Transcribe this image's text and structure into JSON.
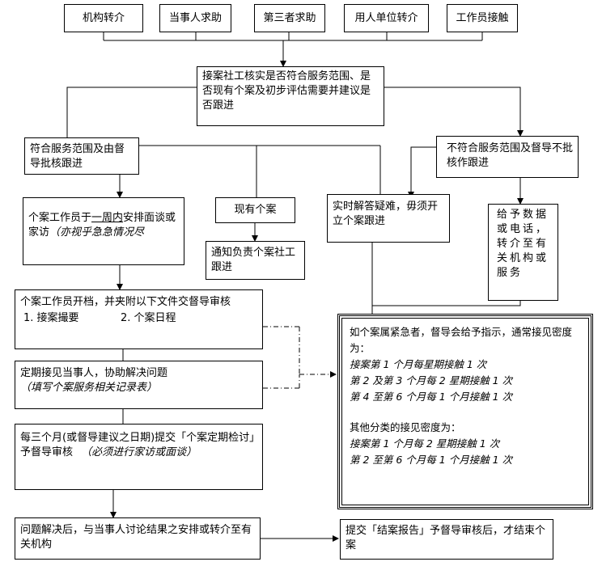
{
  "sources": [
    "机构转介",
    "当事人求助",
    "第三者求助",
    "用人单位转介",
    "工作员接触"
  ],
  "review": {
    "text": "接案社工核实是否符合服务范围、是否现有个案及初步评估需要并建议是否跟进"
  },
  "approve": {
    "text": "符合服务范围及由督导批核跟进"
  },
  "reject": {
    "text": "不符合服务范围及督导不批核作跟进"
  },
  "schedule": {
    "prefix": "个案工作员于",
    "underline": "一周内",
    "suffix": "安排面谈或家访",
    "note": "（亦视乎急急情况尽"
  },
  "existing": {
    "text": "现有个案"
  },
  "notify": {
    "text": "通知负责个案社工跟进"
  },
  "instant": {
    "text": "实时解答疑难，毋须开立个案跟进"
  },
  "referral": {
    "text": "给予数据或电话，转介至有关机构或服务"
  },
  "open_file": {
    "line1": "个案工作员开档，并夹附以下文件交督导审核",
    "item1": "1.  接案撮要",
    "item2": "2.  个案日程"
  },
  "meet": {
    "line1": "定期接见当事人，协助解决问题",
    "line2": "（填写个案服务相关记录表）"
  },
  "quarterly": {
    "line1": "每三个月(或督导建议之日期)提交「个案定期检讨」予督导审核",
    "note": "（必须进行家访或面谈）"
  },
  "urgent": {
    "intro": "如个案属紧急者，督导会给予指示，通常接见密度为：",
    "urgent_lines": [
      "接案第 1 个月每星期接触 1 次",
      "第 2 及第 3 个月每 2 星期接触 1 次",
      "第 4 至第 6 个月每 1 个月接触 1 次"
    ],
    "other_intro": "其他分类的接见密度为：",
    "other_lines": [
      "接案第 1 个月每 2 星期接触 1 次",
      "第 2 至第 6 个月每 1 个月接触 1 次"
    ]
  },
  "resolved": {
    "text": "问题解决后，与当事人讨论结果之安排或转介至有关机构"
  },
  "closing": {
    "text": "提交「结案报告」予督导审核后，才结束个案"
  }
}
